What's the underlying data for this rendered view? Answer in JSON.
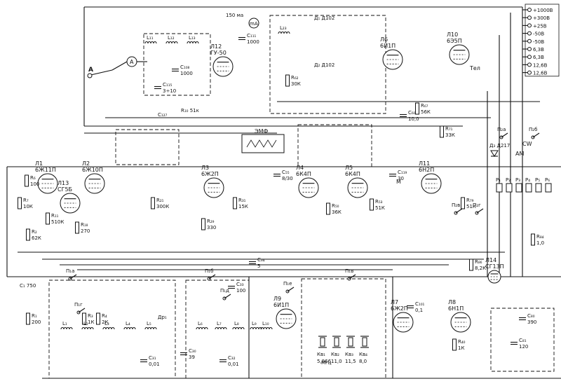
{
  "tubes": [
    {
      "ref": "Л1",
      "type": "6Ж11П"
    },
    {
      "ref": "Л2",
      "type": "6Ж10П"
    },
    {
      "ref": "Л3",
      "type": "6Ж2П"
    },
    {
      "ref": "Л4",
      "type": "6К4П"
    },
    {
      "ref": "Л5",
      "type": "6К4П"
    },
    {
      "ref": "Л6",
      "type": "6И1П"
    },
    {
      "ref": "Л7",
      "type": "6Ж2П"
    },
    {
      "ref": "Л8",
      "type": "6Н1П"
    },
    {
      "ref": "Л9",
      "type": "6И1П"
    },
    {
      "ref": "Л10",
      "type": "6Э5П"
    },
    {
      "ref": "Л11",
      "type": "6Н2П"
    },
    {
      "ref": "Л12",
      "type": "ГУ-50"
    },
    {
      "ref": "Л13",
      "type": "СГ5Б"
    },
    {
      "ref": "Л14",
      "type": "СГ13П"
    }
  ],
  "power_rails": [
    "+1000В",
    "+300В",
    "+25В",
    "-50В",
    "-50В",
    "6,3В",
    "6,3В",
    "12,6В",
    "12,6В"
  ],
  "labels": {
    "antenna": "А",
    "meter_amp": "A",
    "meter_ma": "mA",
    "ma_value": "150 ма",
    "emf_filter": "ЭМФ",
    "cw": "CW",
    "am": "AM",
    "tel": "Тел",
    "mic": "М",
    "drive": "Др₁",
    "diode_pair": "Д₁ Д102",
    "diode_pair2": "Д₂ Д102",
    "d3": "Д₃ Д217",
    "r10": "R₁₀ 51к",
    "c127": "C₁₂₇",
    "c1": "C₁ 750"
  },
  "crystals": [
    {
      "ref": "Кв₁",
      "freq": "5,866"
    },
    {
      "ref": "Кв₂",
      "freq": "11,0"
    },
    {
      "ref": "Кв₃",
      "freq": "11,5"
    },
    {
      "ref": "Кв₄",
      "freq": "8,0"
    }
  ],
  "crystal_unit": "Мгц",
  "resistors": [
    {
      "ref": "R₁",
      "val": "200"
    },
    {
      "ref": "R₂",
      "val": "62К"
    },
    {
      "ref": "R₃",
      "val": "1К"
    },
    {
      "ref": "R₄",
      "val": "2К"
    },
    {
      "ref": "R₆",
      "val": "100"
    },
    {
      "ref": "R₇",
      "val": "10К"
    },
    {
      "ref": "R₁₁",
      "val": "510К"
    },
    {
      "ref": "R₁₈",
      "val": "270"
    },
    {
      "ref": "R₂₁",
      "val": "300К"
    },
    {
      "ref": "R₂₉",
      "val": "330"
    },
    {
      "ref": "R₃₁",
      "val": "15К"
    },
    {
      "ref": "R₄₀",
      "val": "1К"
    },
    {
      "ref": "R₅₀",
      "val": "36К"
    },
    {
      "ref": "R₅₃",
      "val": "51К"
    },
    {
      "ref": "R₆₂",
      "val": "30К"
    },
    {
      "ref": "R₆₇",
      "val": "56К"
    },
    {
      "ref": "R₇₁",
      "val": "33К"
    },
    {
      "ref": "R₇₉",
      "val": "51К"
    },
    {
      "ref": "R₈₄",
      "val": "1,0"
    },
    {
      "ref": "R₈₆",
      "val": "8,2К"
    }
  ],
  "capacitors": [
    {
      "ref": "C₃₀",
      "val": "39"
    },
    {
      "ref": "C₃₁",
      "val": "0,01"
    },
    {
      "ref": "C₃₂",
      "val": "0,01"
    },
    {
      "ref": "C₃₃",
      "val": "100"
    },
    {
      "ref": "C₃₄",
      "val": "5"
    },
    {
      "ref": "C₅₅",
      "val": "8/30"
    },
    {
      "ref": "C₆₀",
      "val": "10,0"
    },
    {
      "ref": "C₈₀",
      "val": "390"
    },
    {
      "ref": "C₈₁",
      "val": "120"
    },
    {
      "ref": "C₁₀₁",
      "val": "0,1"
    },
    {
      "ref": "C₁₀₈",
      "val": "1000"
    },
    {
      "ref": "C₁₁₁",
      "val": "1000"
    },
    {
      "ref": "C₁₁₅",
      "val": "3÷10"
    },
    {
      "ref": "C₁₁₉",
      "val": "30"
    }
  ],
  "switches": [
    "П₁а",
    "П₁б",
    "П₁в",
    "П₁г",
    "П₁д",
    "П₁е",
    "П₂а",
    "П₂б",
    "П₂в",
    "П₂г"
  ],
  "relays": [
    "P₁",
    "P₂",
    "P₃",
    "P₄",
    "P₅",
    "P₆"
  ],
  "coils": [
    "L₁",
    "L₂",
    "L₃",
    "L₄",
    "L₅",
    "L₆",
    "L₇",
    "L₈",
    "L₉",
    "L₁₀",
    "L₁₁",
    "L₁₂",
    "L₁₃",
    "L₂₃"
  ]
}
